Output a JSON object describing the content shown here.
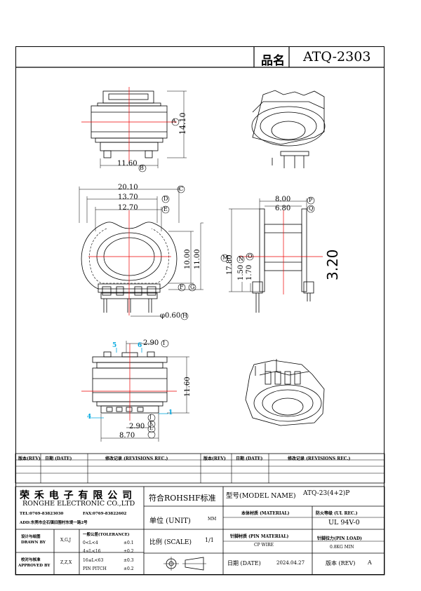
{
  "header": {
    "name_label": "品名",
    "part_no": "ATQ-2303"
  },
  "dims": {
    "d_1410": "14.10",
    "d_1160": "11.60",
    "d_2010": "20.10",
    "d_1370": "13.70",
    "d_1270": "12.70",
    "d_1000": "10.00",
    "d_1100": "11.00",
    "d_060": "φ0.60",
    "d_800": "8.00",
    "d_680": "6.80",
    "d_1780": "17.80",
    "d_150": "1.50",
    "d_170": "1.70",
    "d_320": "3.20",
    "d_290": "2.90",
    "d_1160b": "11.60",
    "d_290b": "2.90",
    "d_870": "8.70"
  },
  "markers": {
    "A": "A",
    "B": "B",
    "C": "C",
    "D": "D",
    "E": "E",
    "F": "F",
    "G": "G",
    "H": "H",
    "M": "M",
    "N": "N",
    "O": "O",
    "P": "P",
    "Q": "Q",
    "I": "I",
    "J": "J",
    "K": "K",
    "L": "L"
  },
  "pins": {
    "p1": "1",
    "p4": "4",
    "p5": "5",
    "p6": "6"
  },
  "revision": {
    "rev": "版本(REV)",
    "date": "日期 (DATE)",
    "record": "修改记录 (REVISIONS REC.)"
  },
  "title_block": {
    "company_cn": "荣 禾 电 子 有 限 公 司",
    "company_en": "RONGHE ELECTRONIC CO.,LTD",
    "tel": "TEL:0769-83823030",
    "fax": "FAX:0769-83822602",
    "addr": "ADD:东莞市企石镇旧围村东堤一路2号",
    "designed_label": "设计与绘图",
    "designed_label_en": "DRAWN BY",
    "designed_by": "X,G,J",
    "approved_label": "校对与核准",
    "approved_label_en": "APPROVED BY",
    "approved_by": "Z,Z,X",
    "tol_title": "一般公差(TOLERANCE)",
    "tol1_range": "0<L<4",
    "tol1_val": "±0.1",
    "tol2_range": "4≤L<16",
    "tol2_val": "±0.2",
    "tol3_range": "16≤L<63",
    "tol3_val": "±0.3",
    "tol4_range": "PIN PITCH",
    "tol4_val": "±0.2",
    "rohs": "符合ROHSHF标准",
    "unit_label": "单位 (UNIT)",
    "unit_val": "MM",
    "scale_label": "比例 (SCALE)",
    "scale_val": "1/1",
    "model_label": "型号(MODEL NAME)",
    "model_val": "ATQ-23(4+2)P",
    "material_label": "本体材质 (MATERIAL)",
    "flame_label": "防火等级 (UL REC.)",
    "flame_val": "UL 94V-0",
    "pin_material_label": "针脚材质 (PIN MATERIAL)",
    "pin_material_val": "CP WIRE",
    "pin_load_label": "针脚拉力(PIN LOAD)",
    "pin_load_val": "0.8KG MIN",
    "date_label": "日期 (DATE)",
    "date_val": "2024.04.27",
    "rev_label": "版本 (REV)",
    "rev_val": "A"
  }
}
